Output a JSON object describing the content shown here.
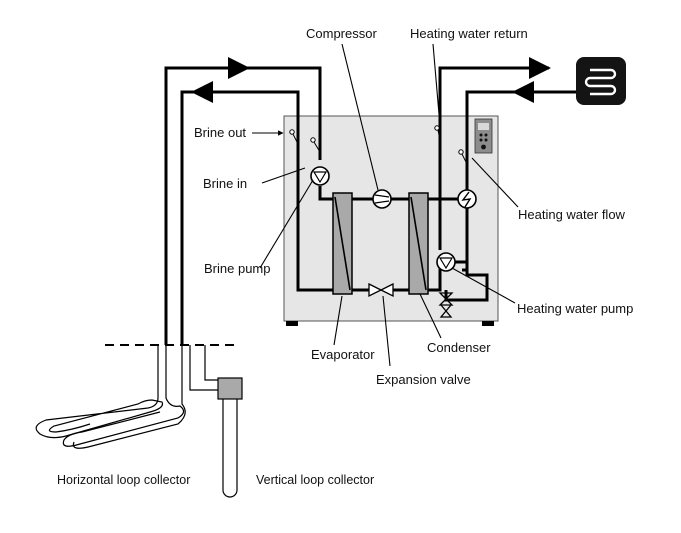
{
  "labels": {
    "compressor": "Compressor",
    "heating_water_return": "Heating water return",
    "brine_out": "Brine out",
    "brine_in": "Brine in",
    "heating_water_flow": "Heating water flow",
    "brine_pump": "Brine pump",
    "heating_water_pump": "Heating water pump",
    "condenser": "Condenser",
    "evaporator": "Evaporator",
    "expansion_valve": "Expansion valve",
    "horizontal_loop_collector": "Horizontal loop collector",
    "vertical_loop_collector": "Vertical loop collector"
  },
  "colors": {
    "cabinet": "#e6e6e6",
    "heat_exchanger": "#a9a9a9",
    "radiator_box": "#141414",
    "line": "#000000"
  },
  "icons": [
    "radiator-icon",
    "control-panel-icon",
    "pump-icon",
    "compressor-icon",
    "expansion-valve-icon",
    "heat-exchanger-icon",
    "sensor-icon"
  ]
}
